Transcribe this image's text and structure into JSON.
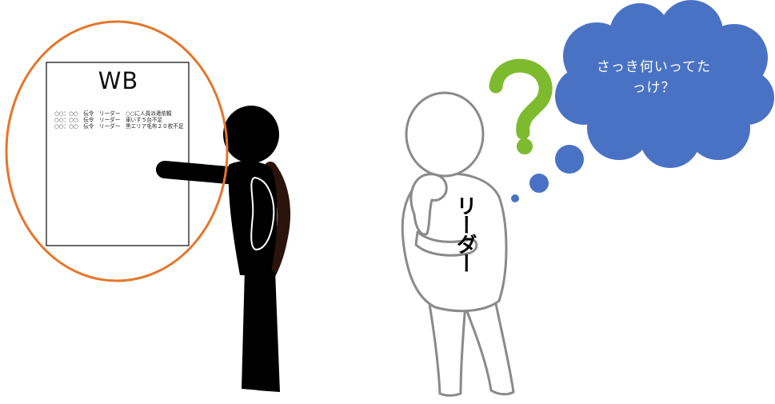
{
  "whiteboard": {
    "title": "WB",
    "entries": "○○：○○　伝令　リーダー　○○に人員派遣依頼\n○○：○○　伝令　リーダー　車いす５台不足\n○○：○○　伝令　リーダー　黒エリア毛布２０枚不足"
  },
  "thought_bubble": {
    "text": "さっき何いってたっけ？"
  },
  "leader": {
    "label": "リーダー"
  },
  "colors": {
    "highlight_ellipse": "#E4762B",
    "thought_cloud": "#4A72C4",
    "question_mark": "#7DBA2E",
    "figure_fill": "#000000",
    "leader_outline": "#8A8A8A"
  },
  "icons": {
    "question": "question-mark-icon",
    "cloud": "thought-cloud-icon"
  }
}
